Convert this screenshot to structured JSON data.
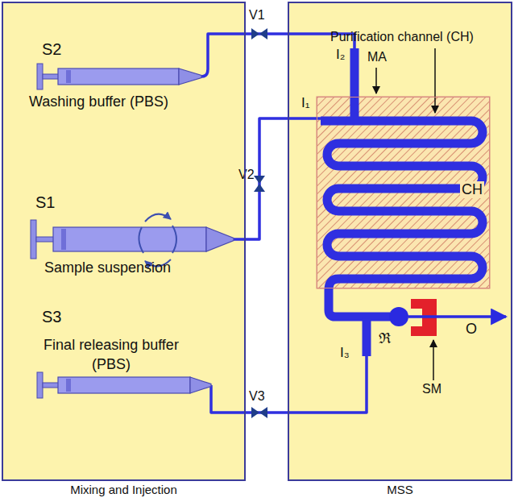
{
  "diagram": {
    "nodes": [
      {
        "text": [
          "Mixing and Injection"
        ]
      },
      {
        "text": [
          "MSS"
        ]
      },
      {
        "text": [
          "CH"
        ],
        "in": 1
      }
    ],
    "labels": [
      "S2",
      "Washing buffer (PBS)",
      "V1",
      "S1",
      "Sample suspension",
      "V2",
      "S3",
      "Final releasing buffer (PBS)",
      "V3",
      "Purification channel (CH)",
      "MA",
      "I₂",
      "I₁",
      "I₃",
      "ℜ",
      "O",
      "SM"
    ]
  }
}
